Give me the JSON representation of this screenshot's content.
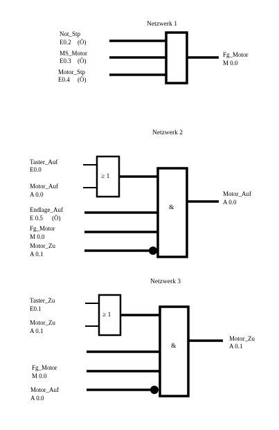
{
  "networks": [
    {
      "title": "Netzwerk 1",
      "gates": {
        "main": {
          "symbol": ""
        }
      },
      "inputs": [
        {
          "name": "Not_Stp",
          "addr": "E0.2",
          "suffix": "(Ö)"
        },
        {
          "name": "MS_Motor",
          "addr": "E0.3",
          "suffix": "(Ö)"
        },
        {
          "name": "Motor_Stp",
          "addr": "E0.4",
          "suffix": "(Ö)"
        }
      ],
      "output": {
        "name": "Fg_Motor",
        "addr": "M 0.0"
      }
    },
    {
      "title": "Netzwerk 2",
      "gates": {
        "or": {
          "symbol": "≥ 1"
        },
        "and": {
          "symbol": "&"
        }
      },
      "or_inputs": [
        {
          "name": "Taster_Auf",
          "addr": "E0.0"
        },
        {
          "name": "Motor_Auf",
          "addr": "A 0.0"
        }
      ],
      "and_inputs": [
        {
          "name": "Endlage_Auf",
          "addr": "E 0.5",
          "suffix": "(Ö)"
        },
        {
          "name": "Fg_Motor",
          "addr": "M 0.0"
        },
        {
          "name": "Motor_Zu",
          "addr": "A 0.1",
          "negated": true
        }
      ],
      "output": {
        "name": "Motor_Auf",
        "addr": "A 0.0"
      }
    },
    {
      "title": "Netzwerk 3",
      "gates": {
        "or": {
          "symbol": "≥ 1"
        },
        "and": {
          "symbol": "&"
        }
      },
      "or_inputs": [
        {
          "name": "Taster_Zu",
          "addr": "E0.1"
        },
        {
          "name": "Motor_Zu",
          "addr": "A 0.1"
        }
      ],
      "and_inputs": [
        {
          "name": "",
          "addr": ""
        },
        {
          "name": "Fg_Motor",
          "addr": "M 0.0"
        },
        {
          "name": "Motor_Auf",
          "addr": "A 0.0",
          "negated": true
        }
      ],
      "output": {
        "name": "Motor_Zu",
        "addr": "A 0.1"
      }
    }
  ]
}
